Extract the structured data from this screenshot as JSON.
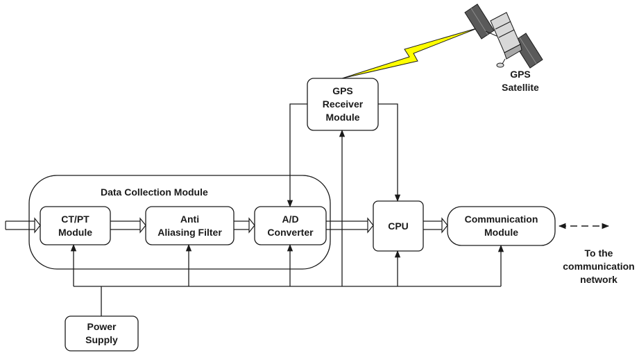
{
  "diagram": {
    "group_title": "Data Collection Module",
    "blocks": {
      "ctpt": {
        "line1": "CT/PT",
        "line2": "Module"
      },
      "anti": {
        "line1": "Anti",
        "line2": "Aliasing Filter"
      },
      "adc": {
        "line1": "A/D",
        "line2": "Converter"
      },
      "gps_rx": {
        "line1": "GPS",
        "line2": "Receiver",
        "line3": "Module"
      },
      "cpu": {
        "line1": "CPU"
      },
      "comm": {
        "line1": "Communication",
        "line2": "Module"
      },
      "power": {
        "line1": "Power",
        "line2": "Supply"
      }
    },
    "satellite": {
      "line1": "GPS",
      "line2": "Satellite"
    },
    "network_note": {
      "line1": "To the",
      "line2": "communication",
      "line3": "network"
    },
    "colors": {
      "stroke": "#1a1a1a",
      "lightning_fill": "#ffff00",
      "satellite_body": "#d8d8d8",
      "satellite_panel": "#5a5a5a"
    }
  }
}
